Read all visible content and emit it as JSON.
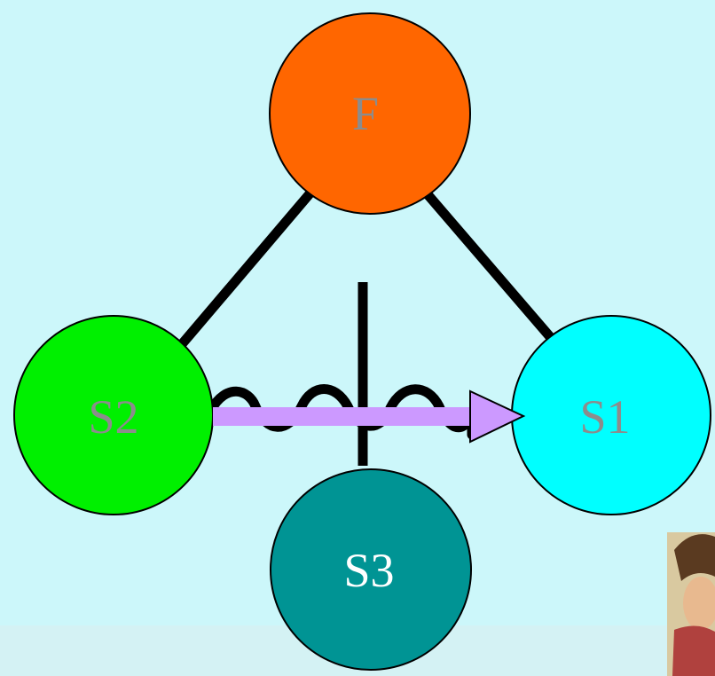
{
  "diagram": {
    "background": "#ccf7fa",
    "nodes": {
      "f": {
        "label": "F",
        "fill": "#ff6600",
        "text_color": "#8c8c8c"
      },
      "s1": {
        "label": "S1",
        "fill": "#00ffff",
        "text_color": "#8c8c8c"
      },
      "s2": {
        "label": "S2",
        "fill": "#00f000",
        "text_color": "#8c8c8c"
      },
      "s3": {
        "label": "S3",
        "fill": "#009494",
        "text_color": "#ffffff"
      }
    },
    "edges": [
      {
        "from": "F",
        "to": "S2",
        "style": "solid-black"
      },
      {
        "from": "F",
        "to": "S1",
        "style": "solid-black"
      }
    ],
    "connections": {
      "s3_stem": "solid-black",
      "s2_s1_wave": "wavy-black"
    },
    "arrow": {
      "from": "S2",
      "to": "S1",
      "color": "#cc99ff"
    },
    "decoration": "portrait-thumbnail"
  }
}
